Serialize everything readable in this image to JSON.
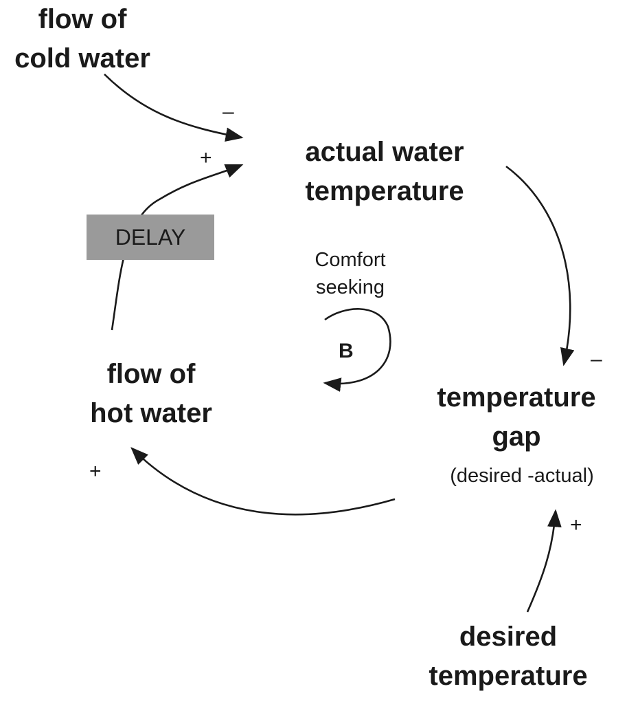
{
  "nodes": {
    "cold_water": [
      "flow of",
      "cold water"
    ],
    "actual_temp": [
      "actual water",
      "temperature"
    ],
    "hot_water": [
      "flow of",
      "hot water"
    ],
    "temp_gap": [
      "temperature",
      "gap"
    ],
    "temp_gap_note": "(desired -actual)",
    "desired_temp": [
      "desired",
      "temperature"
    ]
  },
  "delay_label": "DELAY",
  "loop": {
    "name": [
      "Comfort",
      "seeking"
    ],
    "type": "B"
  },
  "signs": {
    "cold_to_actual": "–",
    "hot_to_actual": "+",
    "actual_to_gap": "–",
    "gap_to_hot": "+",
    "desired_to_gap": "+"
  }
}
